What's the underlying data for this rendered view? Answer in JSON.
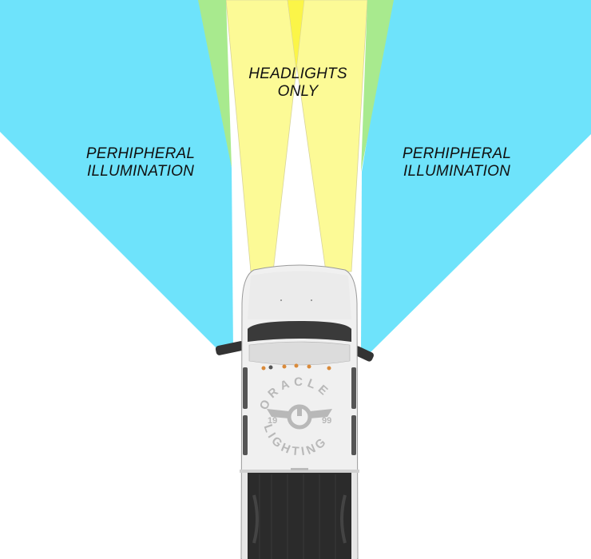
{
  "labels": {
    "headlights": {
      "line1": "HEADLIGHTS",
      "line2": "ONLY"
    },
    "peripheral_left": {
      "line1": "PERHIPHERAL",
      "line2": "ILLUMINATION"
    },
    "peripheral_right": {
      "line1": "PERHIPHERAL",
      "line2": "ILLUMINATION"
    }
  },
  "logo": {
    "top_text": "ORACLE",
    "bottom_text": "LIGHTING",
    "year_left": "19",
    "year_right": "99"
  },
  "colors": {
    "peripheral_beam": "#6ee3fb",
    "headlight_beam": "#fcfa96",
    "overlap_green": "#a8ea8e",
    "headlight_overlap": "#fbf548",
    "truck_body": "#f0f0f0",
    "truck_bed": "#2b2b2b",
    "marker_lights": "#d98a3a"
  }
}
